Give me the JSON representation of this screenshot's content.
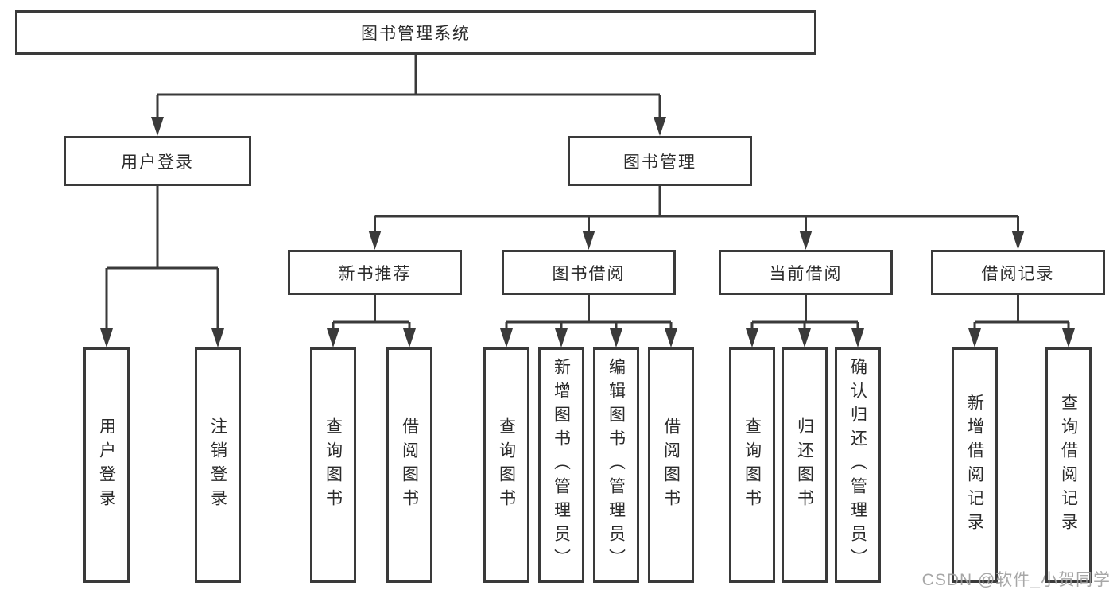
{
  "diagram": {
    "title": "图书管理系统",
    "tree": {
      "root": {
        "label": "图书管理系统",
        "children": [
          {
            "label": "用户登录",
            "children": [
              {
                "label": "用户登录"
              },
              {
                "label": "注销登录"
              }
            ]
          },
          {
            "label": "图书管理",
            "children": [
              {
                "label": "新书推荐",
                "children": [
                  {
                    "label": "查询图书"
                  },
                  {
                    "label": "借阅图书"
                  }
                ]
              },
              {
                "label": "图书借阅",
                "children": [
                  {
                    "label": "查询图书"
                  },
                  {
                    "label": "新增图书（管理员）"
                  },
                  {
                    "label": "编辑图书（管理员）"
                  },
                  {
                    "label": "借阅图书"
                  }
                ]
              },
              {
                "label": "当前借阅",
                "children": [
                  {
                    "label": "查询图书"
                  },
                  {
                    "label": "归还图书"
                  },
                  {
                    "label": "确认归还（管理员）"
                  }
                ]
              },
              {
                "label": "借阅记录",
                "children": [
                  {
                    "label": "新增借阅记录"
                  },
                  {
                    "label": "查询借阅记录"
                  }
                ]
              }
            ]
          }
        ]
      }
    },
    "colors": {
      "line": "#3a3a3a",
      "box_border": "#3a3a3a",
      "box_fill": "#ffffff",
      "text": "#2b2b2b",
      "watermark": "#9e9e9e"
    }
  },
  "watermark": {
    "text": "CSDN @软件_小贺同学"
  }
}
